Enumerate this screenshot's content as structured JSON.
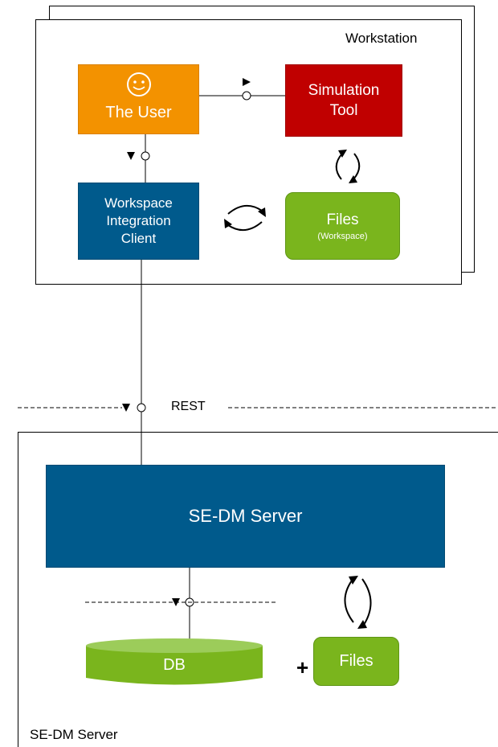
{
  "workstation": {
    "title": "Workstation",
    "user_label": "The User",
    "simulation_tool_label": "Simulation\nTool",
    "wic_label": "Workspace\nIntegration\nClient",
    "files_label": "Files",
    "files_sublabel": "(Workspace)"
  },
  "interface_label": "REST",
  "server": {
    "frame_title": "SE-DM Server",
    "server_label": "SE-DM Server",
    "db_label": "DB",
    "plus": "+",
    "files_label": "Files"
  },
  "colors": {
    "user": "#F39200",
    "simulation_tool": "#C00000",
    "blue": "#005A8C",
    "green": "#7AB51D"
  }
}
